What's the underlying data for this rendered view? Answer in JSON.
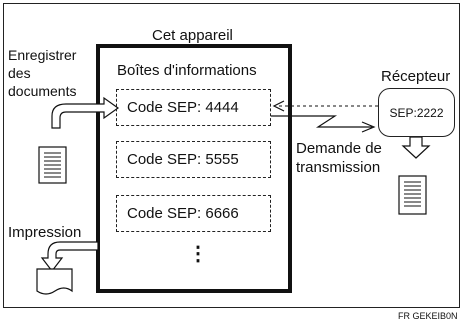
{
  "device_title": "Cet appareil",
  "info_boxes_title": "Boîtes d'informations",
  "register_label": [
    "Enregistrer",
    "des",
    "documents"
  ],
  "codes": [
    "Code SEP: 4444",
    "Code SEP: 5555",
    "Code SEP: 6666"
  ],
  "more": "⋮",
  "receiver_title": "Récepteur",
  "receiver_code": "SEP:2222",
  "request_label": [
    "Demande de",
    "transmission"
  ],
  "print_label": "Impression",
  "figure_id": "FR GEKEIB0N"
}
